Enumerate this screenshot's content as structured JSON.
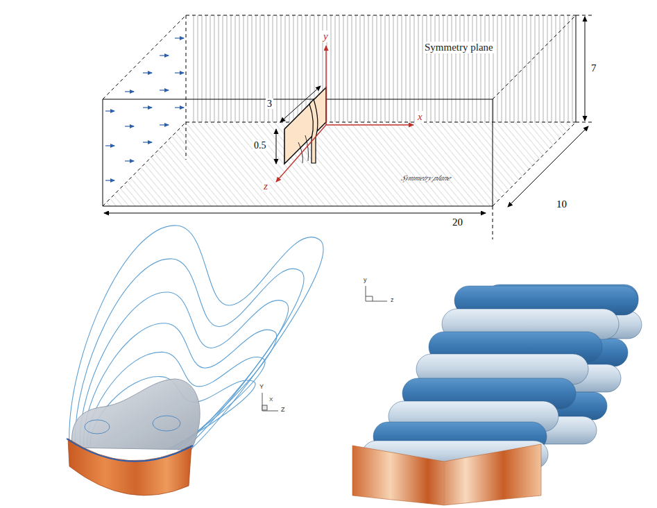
{
  "diagram": {
    "labels": [
      "Symmetry plane",
      "Symmetry plane",
      "7",
      "10",
      "20",
      "3",
      "0.5",
      "y",
      "x",
      "z",
      "Y",
      "X",
      "Z",
      "y",
      "z"
    ]
  }
}
